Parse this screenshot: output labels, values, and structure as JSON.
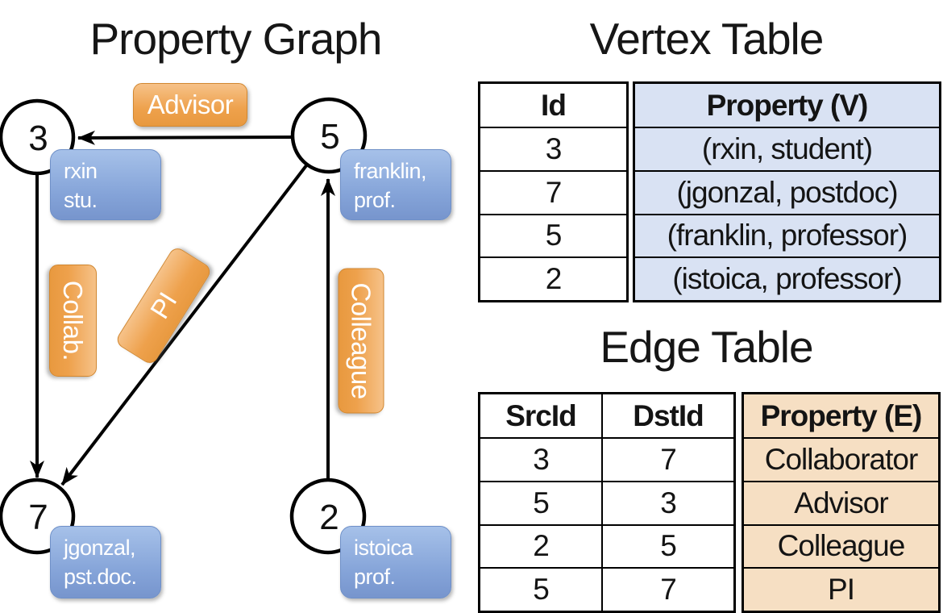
{
  "graph": {
    "title": "Property Graph",
    "nodes": [
      {
        "id": "3",
        "prop_line1": "rxin",
        "prop_line2": "stu."
      },
      {
        "id": "5",
        "prop_line1": "franklin,",
        "prop_line2": "prof."
      },
      {
        "id": "7",
        "prop_line1": "jgonzal,",
        "prop_line2": "pst.doc."
      },
      {
        "id": "2",
        "prop_line1": "istoica",
        "prop_line2": "prof."
      }
    ],
    "edge_labels": {
      "advisor": "Advisor",
      "collab": "Collab.",
      "pi": "PI",
      "colleague": "Colleague"
    }
  },
  "vertex_table": {
    "title": "Vertex Table",
    "headers": {
      "id": "Id",
      "property": "Property (V)"
    },
    "rows": [
      {
        "id": "3",
        "property": "(rxin, student)"
      },
      {
        "id": "7",
        "property": "(jgonzal, postdoc)"
      },
      {
        "id": "5",
        "property": "(franklin, professor)"
      },
      {
        "id": "2",
        "property": "(istoica, professor)"
      }
    ]
  },
  "edge_table": {
    "title": "Edge Table",
    "headers": {
      "src": "SrcId",
      "dst": "DstId",
      "property": "Property (E)"
    },
    "rows": [
      {
        "src": "3",
        "dst": "7",
        "property": "Collaborator"
      },
      {
        "src": "5",
        "dst": "3",
        "property": "Advisor"
      },
      {
        "src": "2",
        "dst": "5",
        "property": "Colleague"
      },
      {
        "src": "5",
        "dst": "7",
        "property": "PI"
      }
    ]
  },
  "colors": {
    "orange_fill": "#EEA14C",
    "orange_border": "#D2872F",
    "blue_fill": "#84A3D8",
    "blue_border": "#6F90C8",
    "vertex_cell_fill": "#D9E2F3",
    "edge_cell_fill": "#F6DFC3",
    "line_color": "#000000"
  }
}
